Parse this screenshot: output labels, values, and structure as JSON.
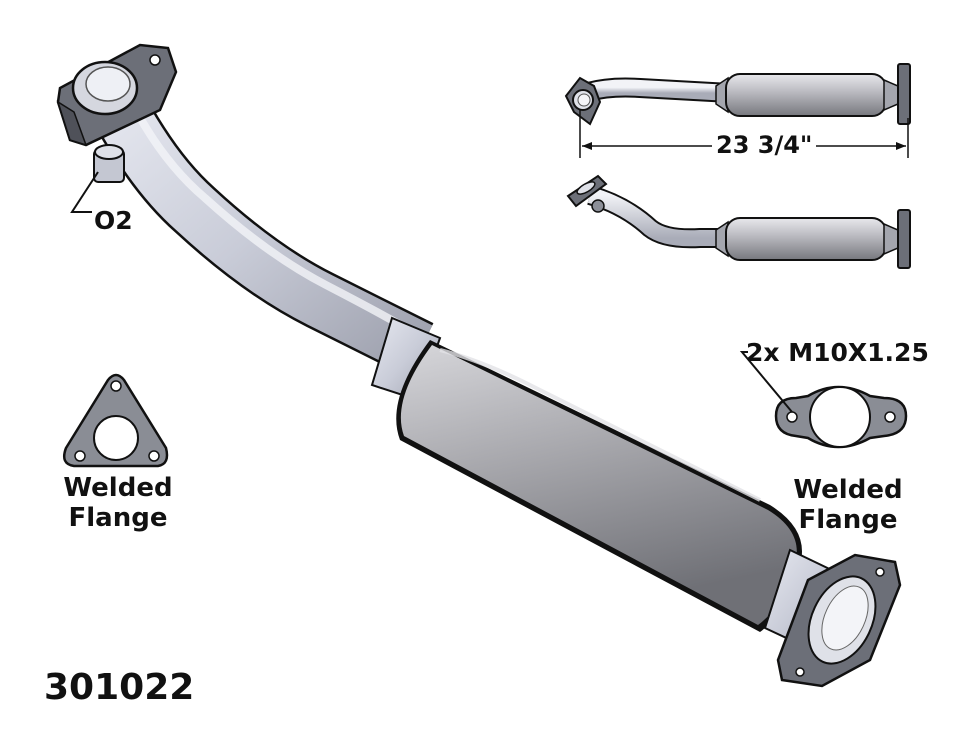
{
  "part_number": "301022",
  "labels": {
    "o2": "O2",
    "dimension": "23 3/4\"",
    "bolt_spec": "2x M10X1.25",
    "left_flange_line1": "Welded",
    "left_flange_line2": "Flange",
    "right_flange_line1": "Welded",
    "right_flange_line2": "Flange"
  },
  "colors": {
    "pipe": "#cdd0dc",
    "converter": "#a2a2a6",
    "flange": "#6c6f78",
    "outline": "#111111"
  }
}
